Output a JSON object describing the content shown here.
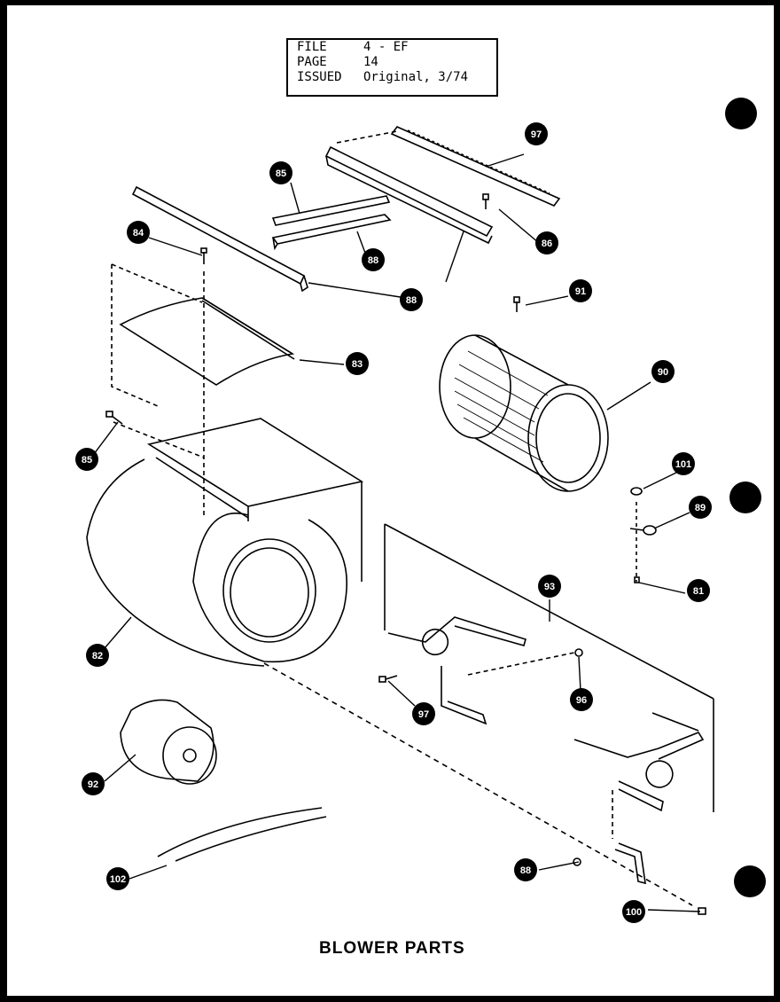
{
  "header": {
    "file_label": "FILE",
    "file_value": "4 - EF",
    "page_label": "PAGE",
    "page_value": "14",
    "issued_label": "ISSUED",
    "issued_value": "Original, 3/74"
  },
  "caption": "BLOWER PARTS",
  "callouts": [
    "97",
    "85",
    "84",
    "86",
    "88",
    "88",
    "91",
    "83",
    "90",
    "101",
    "85",
    "89",
    "81",
    "93",
    "82",
    "96",
    "97",
    "92",
    "88",
    "102",
    "100"
  ]
}
